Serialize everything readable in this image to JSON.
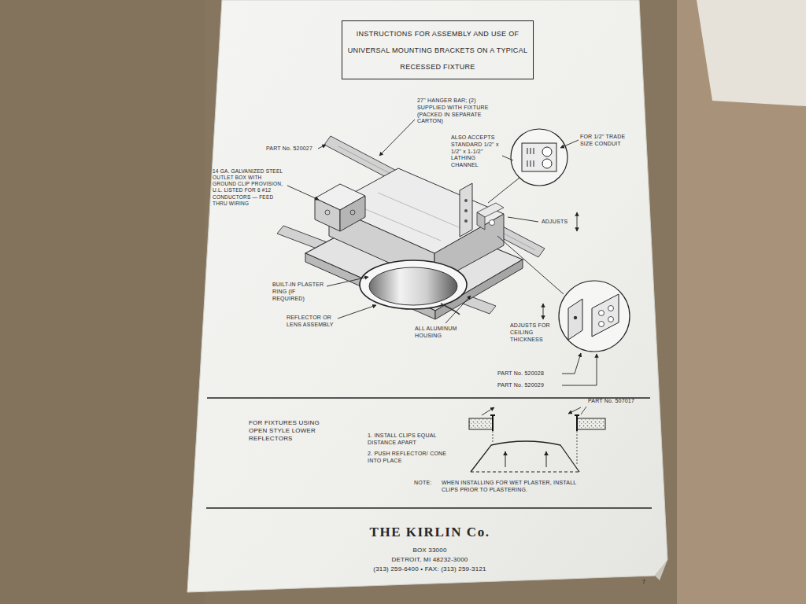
{
  "diagram": {
    "title": "INSTRUCTIONS FOR ASSEMBLY AND USE OF UNIVERSAL MOUNTING BRACKETS ON A TYPICAL RECESSED FIXTURE",
    "labels": [
      "27\" HANGER BAR; (2) SUPPLIED WITH FIXTURE (PACKED IN SEPARATE CARTON)",
      "PART No. 520027",
      "ALSO ACCEPTS STANDARD 1/2\" x 1/2\" x 1-1/2\" LATHING CHANNEL",
      "FOR 1/2\" TRADE SIZE CONDUIT",
      "14 GA. GALVANIZED STEEL OUTLET BOX WITH GROUND CLIP PROVISION, U.L. LISTED FOR 6 #12 CONDUCTORS — FEED THRU WIRING",
      "ADJUSTS",
      "BUILT-IN PLASTER RING (IF REQUIRED)",
      "REFLECTOR OR LENS ASSEMBLY",
      "ALL ALUMINUM HOUSING",
      "ADJUSTS FOR CEILING THICKNESS",
      "PART No. 520028",
      "PART No. 520029",
      "FOR FIXTURES USING OPEN STYLE LOWER REFLECTORS",
      "PART No. 507017",
      "1. INSTALL CLIPS EQUAL DISTANCE APART",
      "2. PUSH REFLECTOR/ CONE INTO PLACE",
      "NOTE:",
      "WHEN INSTALLING FOR WET PLASTER, INSTALL CLIPS PRIOR TO PLASTERING.",
      "THE KIRLIN Co.",
      "BOX 33000",
      "DETROIT, MI 48232-3000",
      "(313) 259-6400 • FAX: (313) 259-3121",
      "7"
    ]
  }
}
